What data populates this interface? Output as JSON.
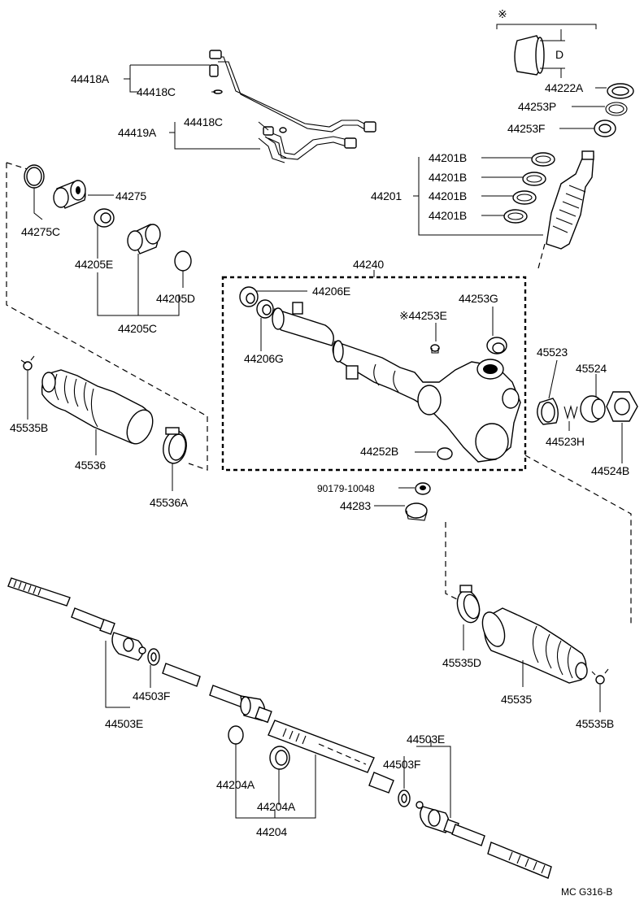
{
  "labels": {
    "p44418A": "44418A",
    "p44418C_1": "44418C",
    "p44418C_2": "44418C",
    "p44419A": "44419A",
    "p44275": "44275",
    "p44275C": "44275C",
    "p44205E": "44205E",
    "p44205D": "44205D",
    "p44205C": "44205C",
    "p44240": "44240",
    "p44206E": "44206E",
    "p44206G": "44206G",
    "p44253E": "※44253E",
    "p44253G": "44253G",
    "p44252B": "44252B",
    "p90179": "90179-10048",
    "p44283": "44283",
    "p44222A": "44222A",
    "p44253P": "44253P",
    "p44253F": "44253F",
    "p44201": "44201",
    "p44201B_1": "44201B",
    "p44201B_2": "44201B",
    "p44201B_3": "44201B",
    "p44201B_4": "44201B",
    "p45523": "45523",
    "p45524": "45524",
    "p44523H": "44523H",
    "p44524B": "44524B",
    "p45535B_1": "45535B",
    "p45536": "45536",
    "p45536A": "45536A",
    "p45535D": "45535D",
    "p45535": "45535",
    "p45535B_2": "45535B",
    "p44503F_1": "44503F",
    "p44503E_1": "44503E",
    "p44503E_2": "44503E",
    "p44503F_2": "44503F",
    "p44204A_1": "44204A",
    "p44204A_2": "44204A",
    "p44204": "44204",
    "mark_top": "※",
    "dim_d": "D",
    "footer_code": "MC G316-B"
  }
}
